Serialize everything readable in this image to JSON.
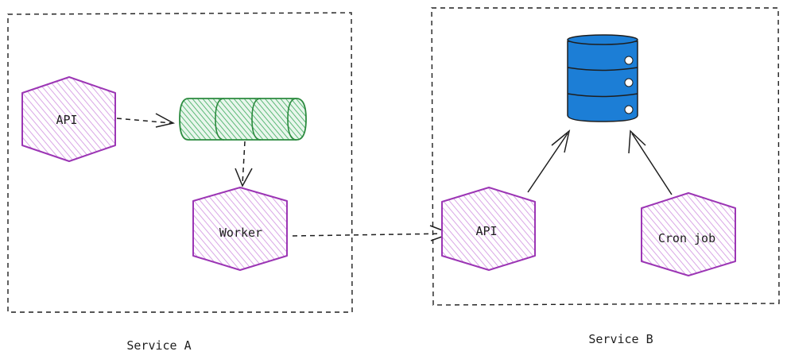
{
  "diagram": {
    "service_a": {
      "caption": "Service A",
      "api_label": "API",
      "worker_label": "Worker"
    },
    "service_b": {
      "caption": "Service B",
      "api_label": "API",
      "cron_label": "Cron job"
    }
  },
  "colors": {
    "hex_stroke": "#9c36b5",
    "hex_fill": "#e8c7f0",
    "queue_stroke": "#2b8a3e",
    "queue_fill": "#a9dcb6",
    "db_fill": "#1c7ed6",
    "db_stroke": "#1e1e1e",
    "ink": "#1e1e1e"
  }
}
